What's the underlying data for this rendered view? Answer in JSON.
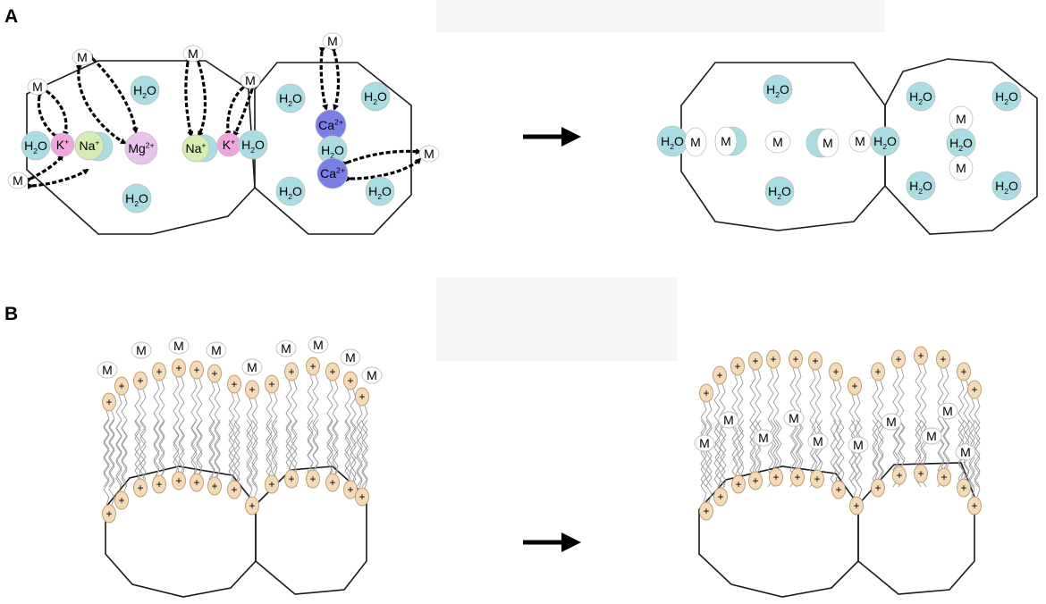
{
  "panels": {
    "a": "A",
    "b": "B"
  },
  "labels": {
    "water": "H",
    "water_sub": "2",
    "water_tail": "O",
    "metal": "M",
    "potassium": "K",
    "potassium_charge": "+",
    "sodium": "Na",
    "sodium_charge": "+",
    "magnesium": "Mg",
    "magnesium_charge": "2+",
    "calcium": "Ca",
    "calcium_charge": "2+",
    "headgroup": "+"
  },
  "colors": {
    "water": "#a9dde2",
    "potassium": "#f0a6dd",
    "sodium": "#d6ecb0",
    "magnesium": "#e8c4ec",
    "calcium": "#7a7fe6",
    "metal": "#ffffff",
    "headgroup": "#f5dab8",
    "outline": "#1a1a1a"
  },
  "icons": {
    "arrow": "right-arrow-icon",
    "swap": "double-headed-curved-arrow-icon"
  }
}
